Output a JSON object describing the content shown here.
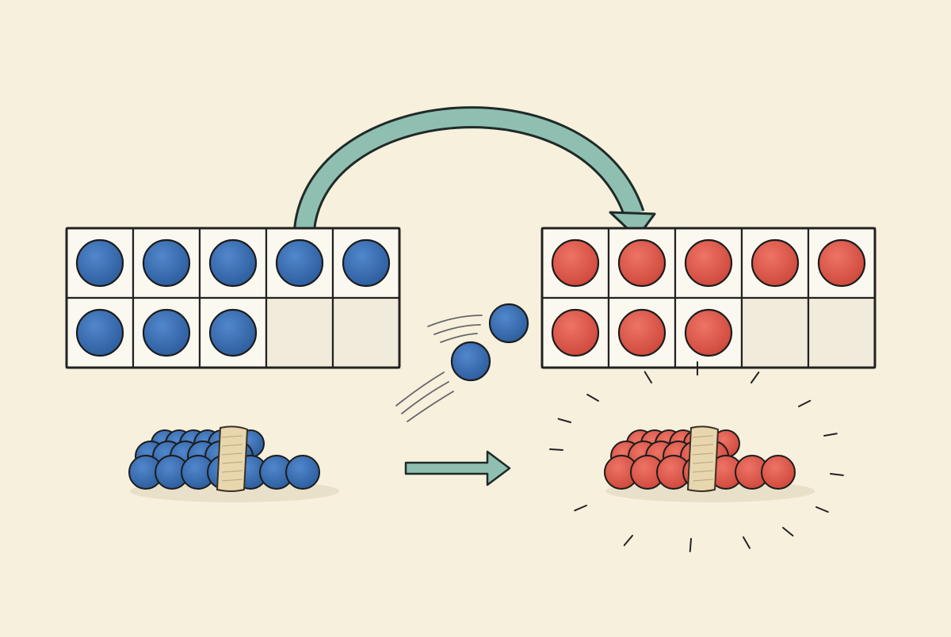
{
  "colors": {
    "background": "#f7f0dd",
    "blue_counter": "#3a6eb4",
    "red_counter": "#e05a4c",
    "arrow": "#8fbfb0",
    "grid_line": "#222222",
    "empty_cell": "#f1ebdc",
    "band": "#e8d6ae"
  },
  "left_frame": {
    "counter_color": "blue",
    "filled_cells": 8,
    "total_cells": 10
  },
  "right_frame": {
    "counter_color": "red",
    "filled_cells": 8,
    "total_cells": 10
  },
  "moving_counters": {
    "count": 2,
    "color": "blue"
  },
  "left_bundle": {
    "color": "blue",
    "has_band": true
  },
  "right_bundle": {
    "color": "red",
    "has_band": true,
    "highlighted": true
  },
  "icons": [
    "curved-arrow-icon",
    "right-arrow-icon",
    "motion-lines-icon",
    "sparkle-lines-icon"
  ]
}
